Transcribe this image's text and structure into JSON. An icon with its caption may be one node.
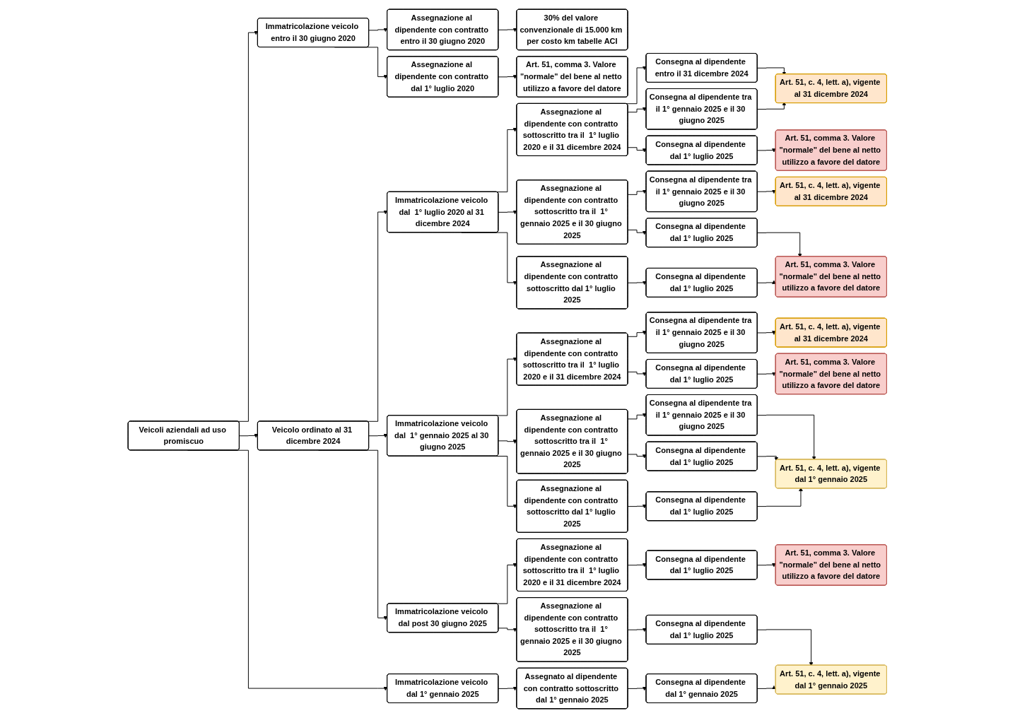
{
  "diagram": {
    "nodes": [
      {
        "text": [
          "Veicoli aziendali ad uso promiscuo"
        ]
      },
      {
        "text": [
          "Immatricolazione veicolo entro il 30 giugno 2020"
        ]
      },
      {
        "text": [
          "Veicolo ordinato al 31 dicembre 2024"
        ]
      },
      {
        "text": [
          "Immatricolazione veicolo dal 1° gennaio 2025"
        ]
      },
      {
        "text": [
          "Assegnazione al dipendente con contratto entro il 30 giugno 2020"
        ]
      },
      {
        "text": [
          "Assegnazione al dipendente con contratto dal 1° luglio 2020"
        ]
      },
      {
        "text": [
          "30% del valore convenzionale di 15.000 km per costo km tabelle ACI"
        ]
      },
      {
        "text": [
          "Art. 51, comma 3. Valore \"normale\" del bene al netto utilizzo a favore del datore"
        ]
      },
      {
        "text": [
          "Immatricolazione veicolo dal  1° luglio 2020 al 31 dicembre 2024"
        ]
      },
      {
        "text": [
          "Immatricolazione veicolo dal  1° gennaio 2025 al 30 giugno 2025"
        ]
      },
      {
        "text": [
          "Immatricolazione veicolo dal post 30 giugno 2025"
        ]
      },
      {
        "text": [
          "Assegnato al dipendente con contratto sottoscritto dal 1° gennaio 2025"
        ]
      },
      {
        "text": [
          "Assegnazione al dipendente con contratto sottoscritto tra il  1° luglio 2020 e il 31 dicembre 2024"
        ]
      },
      {
        "text": [
          "Assegnazione al dipendente con contratto sottoscritto tra il  1° gennaio 2025 e il 30 giugno 2025"
        ]
      },
      {
        "text": [
          "Assegnazione al dipendente con contratto sottoscritto dal 1° luglio 2025"
        ]
      },
      {
        "text": [
          "Assegnazione al dipendente con contratto sottoscritto tra il  1° luglio 2020 e il 31 dicembre 2024"
        ]
      },
      {
        "text": [
          "Assegnazione al dipendente con contratto sottoscritto tra il  1° gennaio 2025 e il 30 giugno 2025"
        ]
      },
      {
        "text": [
          "Assegnazione al dipendente con contratto sottoscritto dal 1° luglio 2025"
        ]
      },
      {
        "text": [
          "Assegnazione al dipendente con contratto sottoscritto tra il  1° luglio 2020 e il 31 dicembre 2024"
        ]
      },
      {
        "text": [
          "Assegnazione al dipendente con contratto sottoscritto tra il  1° gennaio 2025 e il 30 giugno 2025"
        ]
      },
      {
        "text": [
          "Consegna al dipendente dal 1° gennaio 2025"
        ]
      },
      {
        "text": [
          "Consegna al dipendente entro il 31 dicembre 2024"
        ]
      },
      {
        "text": [
          "Consegna al dipendente tra il 1° gennaio 2025 e il 30 giugno 2025"
        ]
      },
      {
        "text": [
          "Consegna al dipendente dal 1° luglio 2025"
        ]
      },
      {
        "text": [
          "Consegna al dipendente tra il 1° gennaio 2025 e il 30 giugno 2025"
        ]
      },
      {
        "text": [
          "Consegna al dipendente dal 1° luglio 2025"
        ]
      },
      {
        "text": [
          "Consegna al dipendente dal 1° luglio 2025"
        ]
      },
      {
        "text": [
          "Consegna al dipendente tra il 1° gennaio 2025 e il 30 giugno 2025"
        ]
      },
      {
        "text": [
          "Consegna al dipendente dal 1° luglio 2025"
        ]
      },
      {
        "text": [
          "Consegna al dipendente tra il 1° gennaio 2025 e il 30 giugno 2025"
        ]
      },
      {
        "text": [
          "Consegna al dipendente dal 1° luglio 2025"
        ]
      },
      {
        "text": [
          "Consegna al dipendente dal 1° luglio 2025"
        ]
      },
      {
        "text": [
          "Consegna al dipendente dal 1° luglio 2025"
        ]
      },
      {
        "text": [
          "Consegna al dipendente dal 1° luglio 2025"
        ]
      },
      {
        "text": [
          "Art. 51, c. 4, lett. a), vigente al 31 dicembre 2024"
        ]
      },
      {
        "text": [
          "Art. 51, comma 3. Valore \"normale\" del bene al netto utilizzo a favore del datore"
        ]
      },
      {
        "text": [
          "Art. 51, c. 4, lett. a), vigente al 31 dicembre 2024"
        ]
      },
      {
        "text": [
          "Art. 51, comma 3. Valore \"normale\" del bene al netto utilizzo a favore del datore"
        ]
      },
      {
        "text": [
          "Art. 51, c. 4, lett. a), vigente al 31 dicembre 2024"
        ]
      },
      {
        "text": [
          "Art. 51, comma 3. Valore \"normale\" del bene al netto utilizzo a favore del datore"
        ]
      },
      {
        "text": [
          "Art. 51, c. 4, lett. a), vigente dal 1° gennaio 2025"
        ]
      },
      {
        "text": [
          "Art. 51, comma 3. Valore \"normale\" del bene al netto utilizzo a favore del datore"
        ]
      },
      {
        "text": [
          "Art. 51, c. 4, lett. a), vigente dal 1° gennaio 2025"
        ]
      }
    ],
    "edges": [
      {
        "from": 0,
        "to": 1,
        "arrow": "to"
      },
      {
        "from": 0,
        "to": 2,
        "arrow": "to"
      },
      {
        "from": 0,
        "to": 3,
        "arrow": "to"
      },
      {
        "from": 1,
        "to": 4,
        "arrow": "to"
      },
      {
        "from": 1,
        "to": 5,
        "arrow": "to"
      },
      {
        "from": 4,
        "to": 6,
        "arrow": "to"
      },
      {
        "from": 5,
        "to": 7,
        "arrow": "to"
      },
      {
        "from": 2,
        "to": 8,
        "arrow": "to"
      },
      {
        "from": 2,
        "to": 9,
        "arrow": "to"
      },
      {
        "from": 2,
        "to": 10,
        "arrow": "to"
      },
      {
        "from": 3,
        "to": 11,
        "arrow": "to"
      },
      {
        "from": 8,
        "to": 12,
        "arrow": "to"
      },
      {
        "from": 8,
        "to": 13,
        "arrow": "to"
      },
      {
        "from": 8,
        "to": 14,
        "arrow": "to"
      },
      {
        "from": 9,
        "to": 15,
        "arrow": "to"
      },
      {
        "from": 9,
        "to": 16,
        "arrow": "to"
      },
      {
        "from": 9,
        "to": 17,
        "arrow": "to"
      },
      {
        "from": 10,
        "to": 18,
        "arrow": "to"
      },
      {
        "from": 10,
        "to": 19,
        "arrow": "to"
      },
      {
        "from": 11,
        "to": 20,
        "arrow": "to"
      },
      {
        "from": 12,
        "to": 21,
        "arrow": "to"
      },
      {
        "from": 12,
        "to": 22,
        "arrow": "to"
      },
      {
        "from": 12,
        "to": 23,
        "arrow": "to"
      },
      {
        "from": 13,
        "to": 24,
        "arrow": "to"
      },
      {
        "from": 13,
        "to": 25,
        "arrow": "to"
      },
      {
        "from": 14,
        "to": 26,
        "arrow": "to"
      },
      {
        "from": 15,
        "to": 27,
        "arrow": "to"
      },
      {
        "from": 15,
        "to": 28,
        "arrow": "to"
      },
      {
        "from": 16,
        "to": 29,
        "arrow": "to"
      },
      {
        "from": 16,
        "to": 30,
        "arrow": "to"
      },
      {
        "from": 17,
        "to": 31,
        "arrow": "to"
      },
      {
        "from": 18,
        "to": 32,
        "arrow": "to"
      },
      {
        "from": 19,
        "to": 33,
        "arrow": "to"
      },
      {
        "from": 21,
        "to": 34,
        "arrow": "to"
      },
      {
        "from": 22,
        "to": 34,
        "arrow": "to"
      },
      {
        "from": 23,
        "to": 35,
        "arrow": "to"
      },
      {
        "from": 24,
        "to": 36,
        "arrow": "to"
      },
      {
        "from": 25,
        "to": 37,
        "arrow": "to"
      },
      {
        "from": 26,
        "to": 37,
        "arrow": "to"
      },
      {
        "from": 27,
        "to": 38,
        "arrow": "to"
      },
      {
        "from": 28,
        "to": 39,
        "arrow": "to"
      },
      {
        "from": 29,
        "to": 40,
        "arrow": "to"
      },
      {
        "from": 30,
        "to": 40,
        "arrow": "to"
      },
      {
        "from": 31,
        "to": 40,
        "arrow": "to"
      },
      {
        "from": 32,
        "to": 41,
        "arrow": "to"
      },
      {
        "from": 33,
        "to": 42,
        "arrow": "to"
      },
      {
        "from": 20,
        "to": 42,
        "arrow": "to"
      }
    ]
  }
}
